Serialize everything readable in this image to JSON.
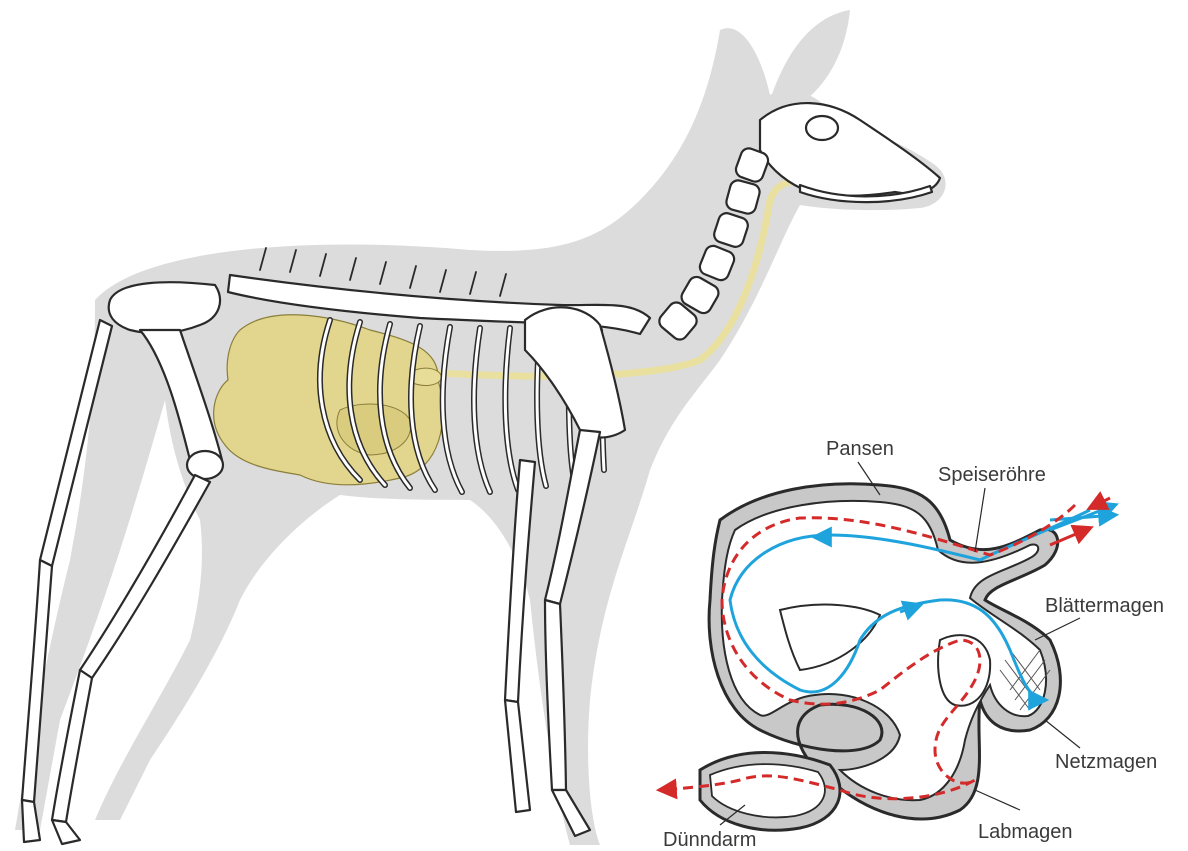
{
  "labels": {
    "pansen": "Pansen",
    "speiseroehre": "Speiseröhre",
    "blaettermagen": "Blättermagen",
    "netzmagen": "Netzmagen",
    "labmagen": "Labmagen",
    "duenndarm": "Dünndarm"
  },
  "colors": {
    "silhouette": "#dcdcdc",
    "digestive_yellow": "#e2d68f",
    "teeth_yellow": "#f2e84a",
    "food_flow_blue": "#1fa3dc",
    "flow_red_dashed": "#d42a2a",
    "stomach_wall_gray": "#c8c8c8",
    "outline": "#2a2a2a"
  }
}
